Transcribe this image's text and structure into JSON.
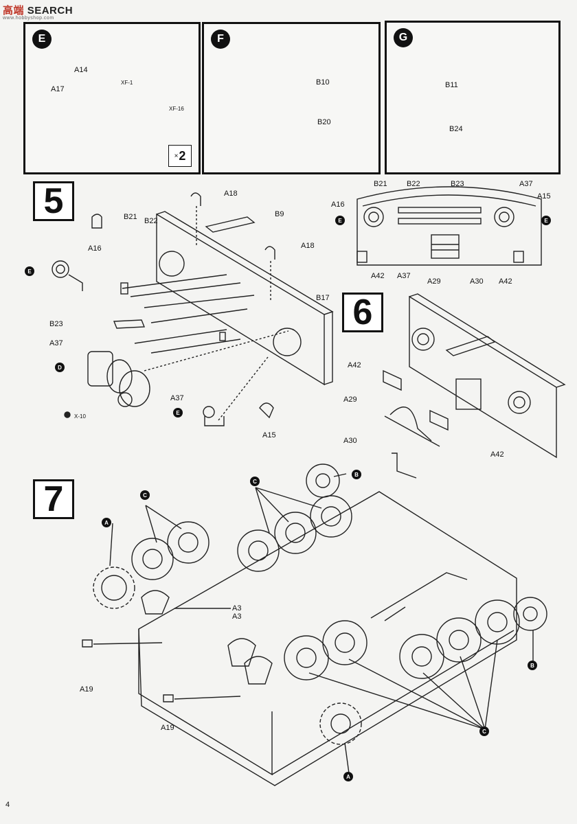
{
  "logo": {
    "brand_a": "高端",
    "brand_b": "SEARCH",
    "url": "www.hobbyshop.com"
  },
  "page_number": "4",
  "panels": {
    "E": {
      "tag": "E",
      "labels": {
        "a14": "A14",
        "a17": "A17",
        "xf1": "XF-1",
        "xf16": "XF-16"
      },
      "multiplier": "2",
      "multiplier_x": "×"
    },
    "F": {
      "tag": "F",
      "labels": {
        "b10": "B10",
        "b20": "B20"
      }
    },
    "G": {
      "tag": "G",
      "labels": {
        "b11": "B11",
        "b24": "B24"
      }
    }
  },
  "step5": {
    "number": "5",
    "labels": {
      "a18_top": "A18",
      "b9": "B9",
      "a18_mid": "A18",
      "b17": "B17",
      "b21": "B21",
      "b22": "B22",
      "a16": "A16",
      "e_left": "E",
      "b23": "B23",
      "a37_left": "A37",
      "d": "D",
      "a37_bottom": "A37",
      "x10": "X-10",
      "e_bottom": "E",
      "a15": "A15"
    }
  },
  "step6": {
    "number": "6",
    "labels": {
      "b21": "B21",
      "b22": "B22",
      "b23": "B23",
      "a37_top": "A37",
      "a16": "A16",
      "a15": "A15",
      "e_left": "E",
      "e_right": "E",
      "a42_l": "A42",
      "a37_b": "A37",
      "a29_b": "A29",
      "a30_b": "A30",
      "a42_r": "A42",
      "a42": "A42",
      "a29": "A29",
      "a30": "A30",
      "a42_2": "A42"
    }
  },
  "step7": {
    "number": "7",
    "labels": {
      "b_top": "B",
      "c_top": "C",
      "c_left": "C",
      "a_left": "A",
      "a3_1": "A3",
      "a3_2": "A3",
      "a19_1": "A19",
      "a19_2": "A19",
      "a_bottom": "A",
      "c_bottom": "C",
      "b_right": "B"
    }
  }
}
